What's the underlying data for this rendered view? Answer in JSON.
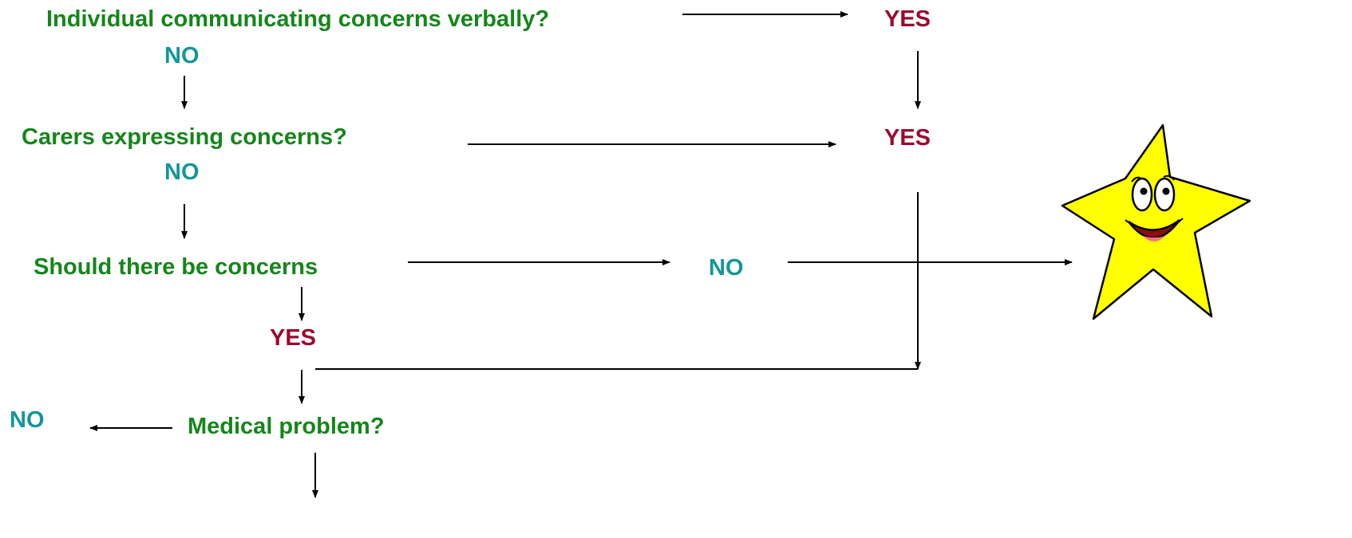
{
  "diagram": {
    "nodes": {
      "q_individual": "Individual communicating concerns verbally?",
      "yes_individual": "YES",
      "no_individual": "NO",
      "q_carers": "Carers expressing concerns?",
      "yes_carers": "YES",
      "no_carers": "NO",
      "q_should": "Should there be concerns",
      "no_should": "NO",
      "yes_should": "YES",
      "q_medical": "Medical problem?",
      "no_medical": "NO"
    },
    "colors": {
      "question": "#15861b",
      "yes": "#9a0a30",
      "no": "#14969b",
      "star_fill": "#ffff00"
    },
    "icons": {
      "outcome": "smiling-star-icon"
    }
  }
}
